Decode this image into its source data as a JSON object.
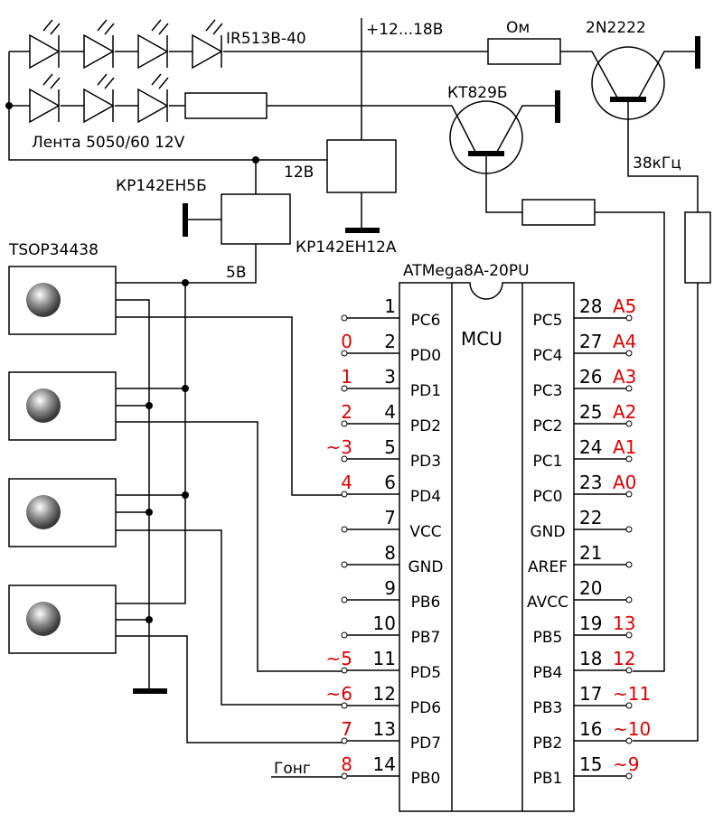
{
  "labels": {
    "ir_led": "IR513B-40",
    "supply": "+12...18В",
    "resistor_ohm": "Ом",
    "npn_small": "2N2222",
    "darlington": "КТ829Б",
    "led_strip": "Лента 5050/60 12V",
    "v12": "12В",
    "freq": "38кГц",
    "reg5": "КР142ЕН5Б",
    "reg12": "КР142ЕН12А",
    "tsop": "TSOP34438",
    "v5": "5В",
    "mcu_part": "ATMega8A-20PU",
    "mcu": "MCU",
    "gong": "Гонг"
  },
  "pins_left": [
    {
      "num": "1",
      "name": "PC6",
      "ard": ""
    },
    {
      "num": "2",
      "name": "PD0",
      "ard": "0"
    },
    {
      "num": "3",
      "name": "PD1",
      "ard": "1"
    },
    {
      "num": "4",
      "name": "PD2",
      "ard": "2"
    },
    {
      "num": "5",
      "name": "PD3",
      "ard": "~3"
    },
    {
      "num": "6",
      "name": "PD4",
      "ard": "4"
    },
    {
      "num": "7",
      "name": "VCC",
      "ard": ""
    },
    {
      "num": "8",
      "name": "GND",
      "ard": ""
    },
    {
      "num": "9",
      "name": "PB6",
      "ard": ""
    },
    {
      "num": "10",
      "name": "PB7",
      "ard": ""
    },
    {
      "num": "11",
      "name": "PD5",
      "ard": "~5"
    },
    {
      "num": "12",
      "name": "PD6",
      "ard": "~6"
    },
    {
      "num": "13",
      "name": "PD7",
      "ard": "7"
    },
    {
      "num": "14",
      "name": "PB0",
      "ard": "8"
    }
  ],
  "pins_right": [
    {
      "num": "28",
      "name": "PC5",
      "ard": "A5"
    },
    {
      "num": "27",
      "name": "PC4",
      "ard": "A4"
    },
    {
      "num": "26",
      "name": "PC3",
      "ard": "A3"
    },
    {
      "num": "25",
      "name": "PC2",
      "ard": "A2"
    },
    {
      "num": "24",
      "name": "PC1",
      "ard": "A1"
    },
    {
      "num": "23",
      "name": "PC0",
      "ard": "A0"
    },
    {
      "num": "22",
      "name": "GND",
      "ard": ""
    },
    {
      "num": "21",
      "name": "AREF",
      "ard": ""
    },
    {
      "num": "20",
      "name": "AVCC",
      "ard": ""
    },
    {
      "num": "19",
      "name": "PB5",
      "ard": "13"
    },
    {
      "num": "18",
      "name": "PB4",
      "ard": "12"
    },
    {
      "num": "17",
      "name": "PB3",
      "ard": "~11"
    },
    {
      "num": "16",
      "name": "PB2",
      "ard": "~10"
    },
    {
      "num": "15",
      "name": "PB1",
      "ard": "~9"
    }
  ]
}
